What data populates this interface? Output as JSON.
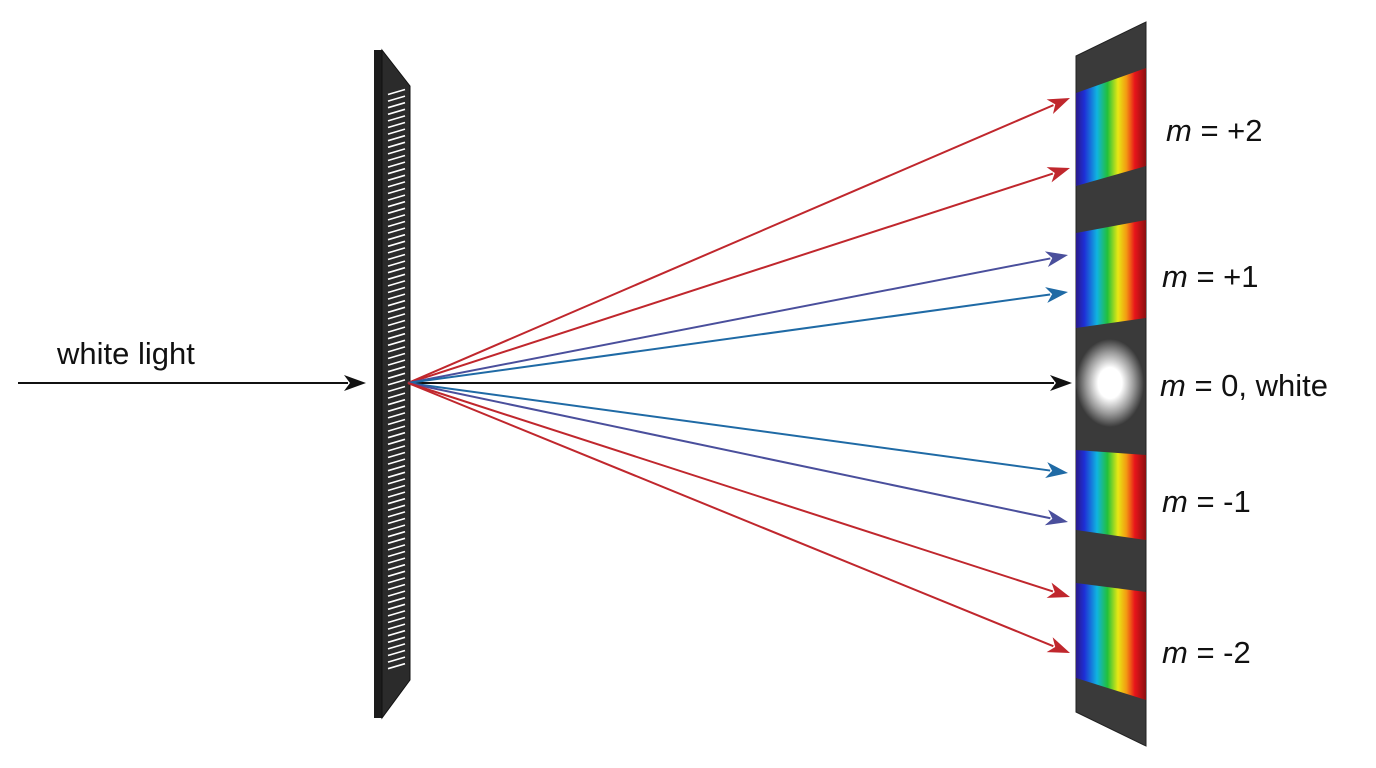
{
  "diagram": {
    "incident_label": "white light",
    "orders": [
      {
        "m": "+2",
        "suffix": ""
      },
      {
        "m": "+1",
        "suffix": ""
      },
      {
        "m": "0",
        "suffix": ", white"
      },
      {
        "m": "-1",
        "suffix": ""
      },
      {
        "m": "-2",
        "suffix": ""
      }
    ],
    "order_var": "m",
    "order_eq": " = ",
    "colors": {
      "red_ray": "#c0272d",
      "violet_ray": "#4a4f9c",
      "blue_ray": "#1f6aa5",
      "center_ray": "#111111",
      "grating": "#2b2b2b",
      "screen": "#3a3a3a"
    }
  }
}
